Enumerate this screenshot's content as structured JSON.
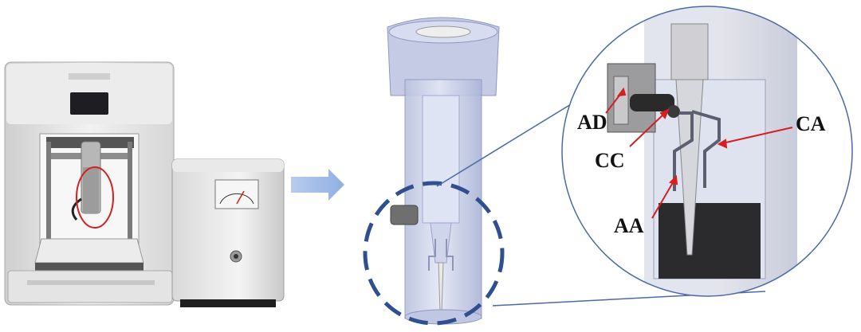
{
  "labels": {
    "ad": "AD",
    "cc": "CC",
    "ca": "CA",
    "aa": "AA"
  },
  "colors": {
    "arrow": "#9cb6e0",
    "dashed_circle": "#2f4f8f",
    "zoom_circle": "#4b6aa6",
    "pointer": "#d42020",
    "highlight": "#d42020"
  },
  "icons": {
    "printer": "printer-machine",
    "controller": "controller-box",
    "device": "coaxial-nozzle-device",
    "flow_arrow": "right-arrow-icon"
  }
}
